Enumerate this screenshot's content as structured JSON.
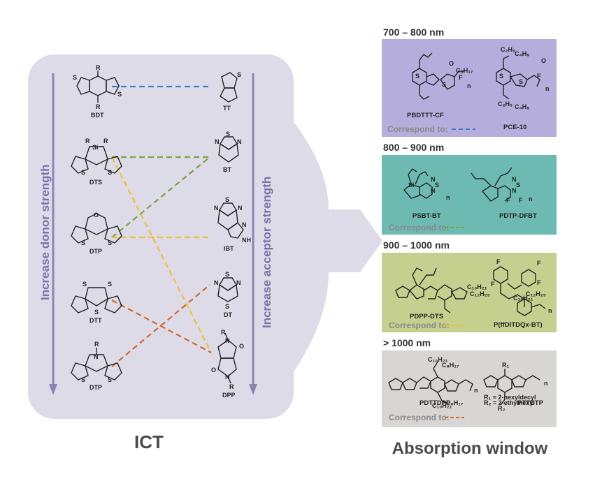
{
  "left_panel": {
    "caption": "ICT",
    "donor_axis_label": "Increase donor strength",
    "acceptor_axis_label": "Increase acceptor strength",
    "donors": [
      {
        "label": "BDT",
        "atoms": [
          "R",
          "R",
          "S",
          "S"
        ]
      },
      {
        "label": "DTS",
        "atoms": [
          "Si",
          "R",
          "R",
          "S",
          "S"
        ]
      },
      {
        "label": "DTP",
        "atoms": [
          "O",
          "S",
          "S"
        ]
      },
      {
        "label": "DTT",
        "atoms": [
          "S",
          "S",
          "S"
        ]
      },
      {
        "label": "DTP",
        "atoms": [
          "R",
          "N",
          "S",
          "S"
        ]
      }
    ],
    "acceptors": [
      {
        "label": "TT",
        "atoms": [
          "S"
        ]
      },
      {
        "label": "BT",
        "atoms": [
          "S",
          "N",
          "N"
        ]
      },
      {
        "label": "IBT",
        "atoms": [
          "S",
          "N",
          "N",
          "N",
          "NH"
        ]
      },
      {
        "label": "DT",
        "atoms": [
          "S",
          "N",
          "N",
          "S"
        ]
      },
      {
        "label": "DPP",
        "atoms": [
          "R",
          "N",
          "O",
          "O",
          "N",
          "R"
        ]
      }
    ],
    "links": [
      {
        "from": 0,
        "to": 0,
        "color": "#3c7fc6"
      },
      {
        "from": 1,
        "to": 1,
        "color": "#7aa63a"
      },
      {
        "from": 1,
        "to": 4,
        "color": "#f2c12e"
      },
      {
        "from": 2,
        "to": 1,
        "color": "#7aa63a"
      },
      {
        "from": 2,
        "to": 2,
        "color": "#f2c12e"
      },
      {
        "from": 3,
        "to": 4,
        "color": "#d26a2a"
      },
      {
        "from": 4,
        "to": 3,
        "color": "#d26a2a"
      }
    ]
  },
  "right_panel": {
    "caption": "Absorption window",
    "bands": [
      {
        "range": "700 – 800 nm",
        "bg": "#b5addb",
        "polymers": [
          "PBDTTT-CF",
          "PCE-10"
        ],
        "corr_label": "Correspond to:",
        "corr_color": "#3c7fc6",
        "extra": [
          "C₈H₁₇",
          "C₂H₅",
          "C₄H₉",
          "C₂H₅",
          "C₄H₉",
          "F",
          "F",
          "O",
          "O",
          "S",
          "S",
          "S",
          "S",
          "n",
          "n"
        ]
      },
      {
        "range": "800 – 900 nm",
        "bg": "#6dbab3",
        "polymers": [
          "PSBT-BT",
          "PDTP-DFBT"
        ],
        "corr_label": "Correspond to:",
        "corr_color": "#7aa63a",
        "extra": [
          "Si",
          "N",
          "S",
          "N",
          "n",
          "N",
          "S",
          "N",
          "F",
          "F",
          "n"
        ]
      },
      {
        "range": "900 – 1000 nm",
        "bg": "#c5d08f",
        "polymers": [
          "PDPP-DTS",
          "P(ffDITDQx-BT)"
        ],
        "corr_label": "Correspond to:",
        "corr_color": "#f2c12e",
        "extra": [
          "F",
          "F",
          "F",
          "F",
          "C₁₀H₂₁",
          "C₁₀H₂₁",
          "C₁₂H₂₅",
          "C₁₂H₂₅",
          "n"
        ]
      },
      {
        "range": "> 1000 nm",
        "bg": "#d8d6d4",
        "polymers": [
          "PDTTDPP",
          "PTTDTP"
        ],
        "corr_label": "Correspond to:",
        "corr_color": "#d26a2a",
        "extra": [
          "C₁₀H₂₁",
          "C₈H₁₇",
          "C₁₀H₂₁",
          "C₈H₁₇",
          "R₁",
          "R₂",
          "R₁ = 2-hexyldecyl",
          "R₂ = 2-ethylhexyl",
          "n",
          "n"
        ]
      }
    ]
  }
}
